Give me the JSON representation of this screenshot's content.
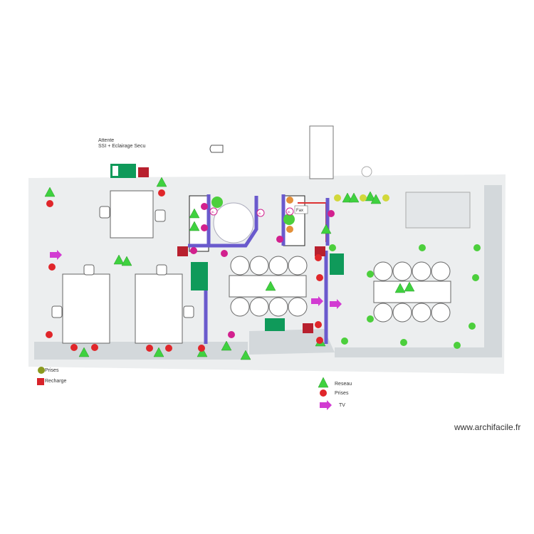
{
  "annotation": {
    "line1": "Attente",
    "line2": "SSI + Eclairage Secu"
  },
  "fax_label": "Fax",
  "badge_label": "8L",
  "legend_left": [
    {
      "label": "Prises",
      "symbol": "circle",
      "color": "#8a9a1e"
    },
    {
      "label": "Recharge",
      "symbol": "square",
      "color": "#d8232a"
    }
  ],
  "legend_right": [
    {
      "label": "Reseau",
      "symbol": "triangle",
      "color": "#3fd13f"
    },
    {
      "label": "Prises",
      "symbol": "circle",
      "color": "#e0262a"
    },
    {
      "label": "TV",
      "symbol": "arrow",
      "color": "#d23bd2"
    }
  ],
  "watermark": "www.archifacile.fr",
  "colors": {
    "wall": "#6a5acd",
    "floor": "#e6e9ea",
    "exit_sign": "#0f9a5a",
    "fire_sign": "#b8202e",
    "green_dot": "#4ccf3c",
    "orange_dot": "#e3903a",
    "magenta_dot": "#d2208e",
    "yellow_dot": "#d2d83a"
  }
}
